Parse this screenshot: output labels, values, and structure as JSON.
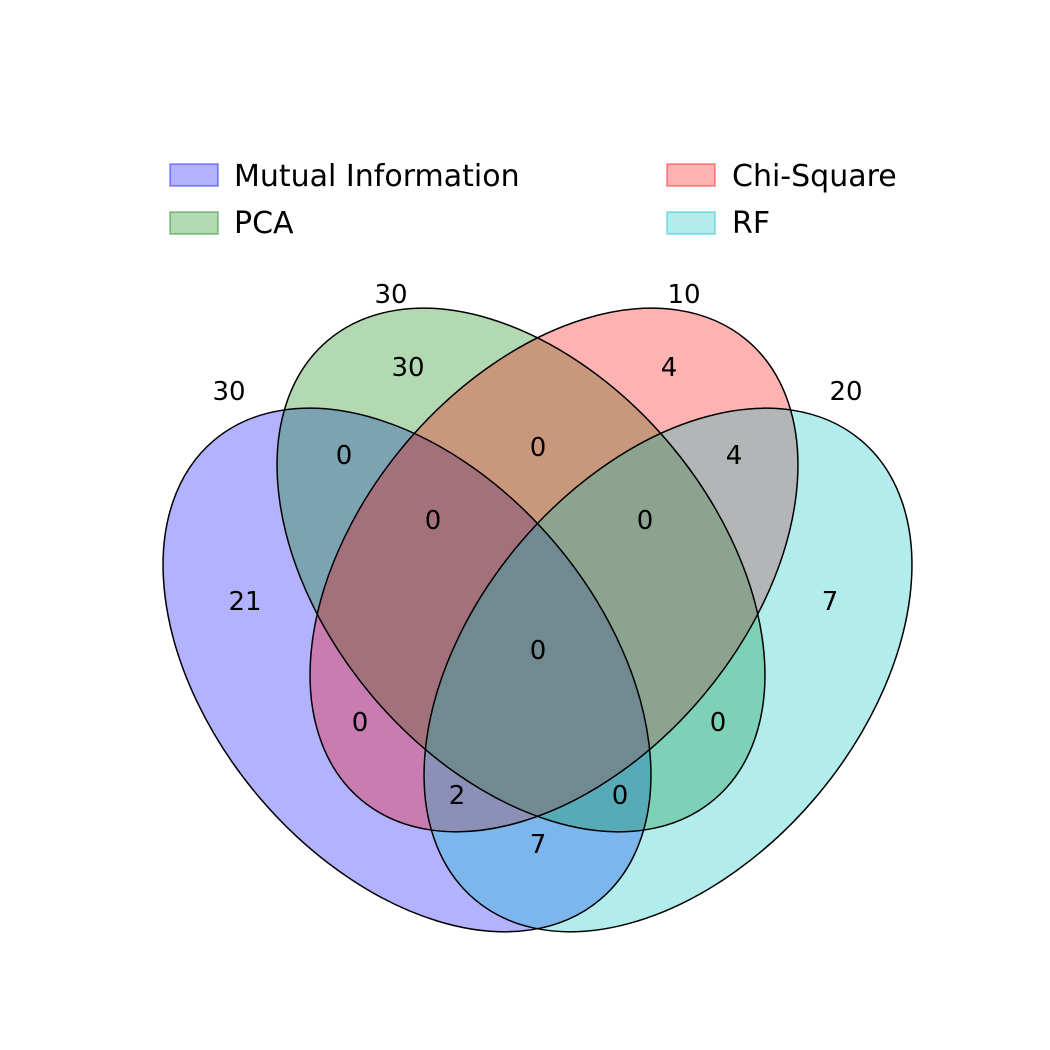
{
  "chart_data": {
    "type": "venn",
    "sets": [
      {
        "name": "Mutual Information",
        "total": "30",
        "color": "#0000ff"
      },
      {
        "name": "PCA",
        "total": "30",
        "color": "#008000"
      },
      {
        "name": "Chi-Square",
        "total": "10",
        "color": "#ff0000"
      },
      {
        "name": "RF",
        "total": "20",
        "color": "#00c0c0"
      }
    ],
    "regions": [
      {
        "sets": [
          "Mutual Information"
        ],
        "count": "21"
      },
      {
        "sets": [
          "PCA"
        ],
        "count": "30"
      },
      {
        "sets": [
          "Chi-Square"
        ],
        "count": "4"
      },
      {
        "sets": [
          "RF"
        ],
        "count": "7"
      },
      {
        "sets": [
          "Mutual Information",
          "PCA"
        ],
        "count": "0"
      },
      {
        "sets": [
          "PCA",
          "Chi-Square"
        ],
        "count": "0"
      },
      {
        "sets": [
          "Chi-Square",
          "RF"
        ],
        "count": "4"
      },
      {
        "sets": [
          "Mutual Information",
          "Chi-Square"
        ],
        "count": "0"
      },
      {
        "sets": [
          "PCA",
          "RF"
        ],
        "count": "0"
      },
      {
        "sets": [
          "Mutual Information",
          "RF"
        ],
        "count": "7"
      },
      {
        "sets": [
          "Mutual Information",
          "PCA",
          "Chi-Square"
        ],
        "count": "0"
      },
      {
        "sets": [
          "PCA",
          "Chi-Square",
          "RF"
        ],
        "count": "0"
      },
      {
        "sets": [
          "Mutual Information",
          "Chi-Square",
          "RF"
        ],
        "count": "2"
      },
      {
        "sets": [
          "Mutual Information",
          "PCA",
          "RF"
        ],
        "count": "0"
      },
      {
        "sets": [
          "Mutual Information",
          "PCA",
          "Chi-Square",
          "RF"
        ],
        "count": "0"
      }
    ],
    "legend_position": "top"
  }
}
